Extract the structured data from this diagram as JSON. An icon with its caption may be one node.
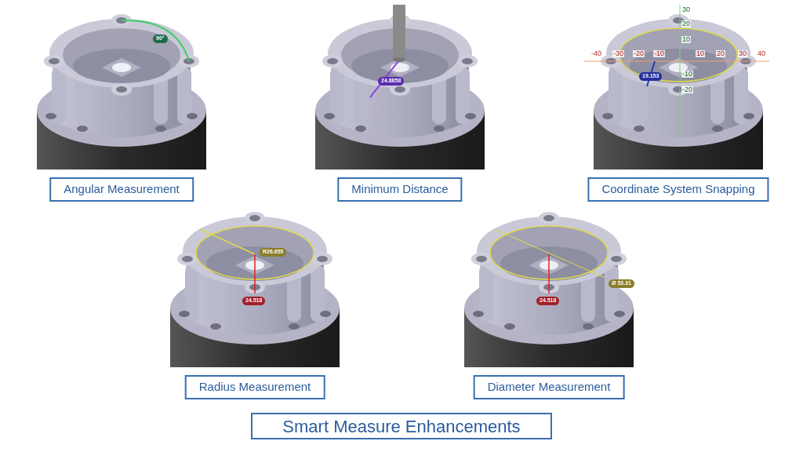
{
  "diagram": {
    "title": "Smart Measure Enhancements",
    "nodes": [
      {
        "text": [
          "Angular Measurement"
        ]
      },
      {
        "text": [
          "Minimum Distance"
        ]
      },
      {
        "text": [
          "Coordinate System Snapping"
        ]
      },
      {
        "text": [
          "Radius Measurement"
        ]
      },
      {
        "text": [
          "Diameter Measurement"
        ]
      }
    ],
    "edges": [],
    "labels": [
      "90°",
      "24.8858",
      "-40",
      "-30",
      "-20",
      "-10",
      "10",
      "20",
      "30",
      "40",
      "30",
      "20",
      "10",
      "-10",
      "-20",
      "19.153",
      "R26.655",
      "24.518",
      "24.518",
      "Ø 53.31"
    ]
  }
}
